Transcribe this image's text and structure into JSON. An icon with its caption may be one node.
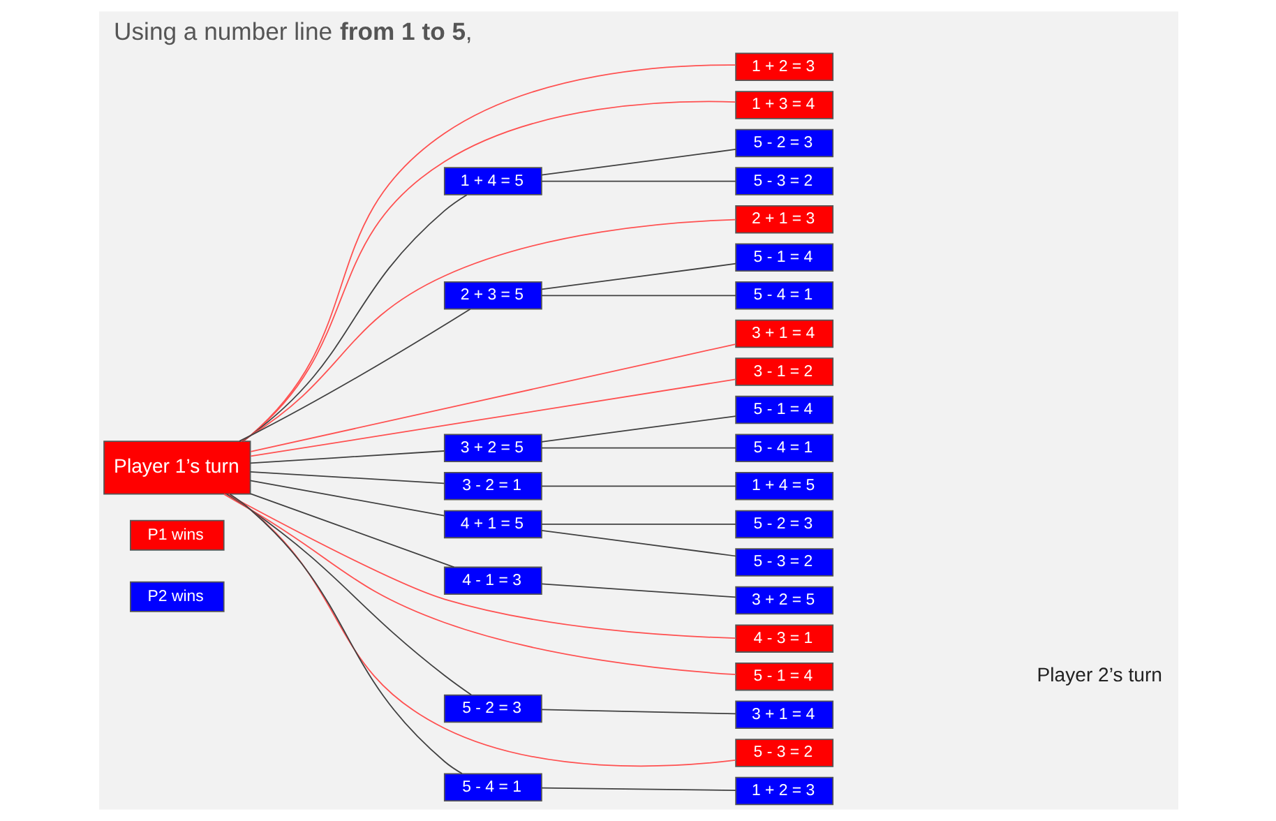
{
  "diagram": {
    "title": "Using a number line **from 1 to 5**,",
    "nodes": [
      {
        "text": [
          "Player 1’s turn"
        ]
      },
      {
        "text": [
          "1 + 2 = 3"
        ]
      },
      {
        "text": [
          "1 + 3 = 4"
        ]
      },
      {
        "text": [
          "1 + 4 = 5"
        ]
      },
      {
        "text": [
          "2 + 1 = 3"
        ]
      },
      {
        "text": [
          "2 + 3 = 5"
        ]
      },
      {
        "text": [
          "3 + 1 = 4"
        ]
      },
      {
        "text": [
          "3 - 1 = 2"
        ]
      },
      {
        "text": [
          "3 + 2 = 5"
        ]
      },
      {
        "text": [
          "3 - 2 = 1"
        ]
      },
      {
        "text": [
          "4 + 1 = 5"
        ]
      },
      {
        "text": [
          "4 - 1 = 3"
        ]
      },
      {
        "text": [
          "4 - 3 = 1"
        ]
      },
      {
        "text": [
          "5 - 1 = 4"
        ]
      },
      {
        "text": [
          "5 - 2 = 3"
        ]
      },
      {
        "text": [
          "5 - 3 = 2"
        ]
      },
      {
        "text": [
          "5 - 4 = 1"
        ]
      },
      {
        "text": [
          "5 - 2 = 3"
        ]
      },
      {
        "text": [
          "5 - 3 = 2"
        ]
      },
      {
        "text": [
          "5 - 1 = 4"
        ]
      },
      {
        "text": [
          "5 - 4 = 1"
        ]
      },
      {
        "text": [
          "5 - 1 = 4"
        ]
      },
      {
        "text": [
          "5 - 4 = 1"
        ]
      },
      {
        "text": [
          "1 + 4 = 5"
        ]
      },
      {
        "text": [
          "5 - 2 = 3"
        ]
      },
      {
        "text": [
          "5 - 3 = 2"
        ]
      },
      {
        "text": [
          "3 + 2 = 5"
        ]
      },
      {
        "text": [
          "3 + 1 = 4"
        ]
      },
      {
        "text": [
          "1 + 2 = 3"
        ]
      }
    ],
    "edges": [
      {
        "from": 0,
        "to": 1,
        "arrow": "none",
        "color": "#ff5050"
      },
      {
        "from": 0,
        "to": 2,
        "arrow": "none",
        "color": "#ff5050"
      },
      {
        "from": 0,
        "to": 3,
        "arrow": "none"
      },
      {
        "from": 0,
        "to": 4,
        "arrow": "none",
        "color": "#ff5050"
      },
      {
        "from": 0,
        "to": 5,
        "arrow": "none"
      },
      {
        "from": 0,
        "to": 6,
        "arrow": "none",
        "color": "#ff5050"
      },
      {
        "from": 0,
        "to": 7,
        "arrow": "none",
        "color": "#ff5050"
      },
      {
        "from": 0,
        "to": 8,
        "arrow": "none"
      },
      {
        "from": 0,
        "to": 9,
        "arrow": "none"
      },
      {
        "from": 0,
        "to": 10,
        "arrow": "none"
      },
      {
        "from": 0,
        "to": 11,
        "arrow": "none"
      },
      {
        "from": 0,
        "to": 12,
        "arrow": "none",
        "color": "#ff5050"
      },
      {
        "from": 0,
        "to": 13,
        "arrow": "none",
        "color": "#ff5050"
      },
      {
        "from": 0,
        "to": 14,
        "arrow": "none"
      },
      {
        "from": 0,
        "to": 15,
        "arrow": "none",
        "color": "#ff5050"
      },
      {
        "from": 0,
        "to": 16,
        "arrow": "none"
      },
      {
        "from": 3,
        "to": 17,
        "arrow": "none"
      },
      {
        "from": 3,
        "to": 18,
        "arrow": "none"
      },
      {
        "from": 5,
        "to": 19,
        "arrow": "none"
      },
      {
        "from": 5,
        "to": 20,
        "arrow": "none"
      },
      {
        "from": 8,
        "to": 21,
        "arrow": "none"
      },
      {
        "from": 8,
        "to": 22,
        "arrow": "none"
      },
      {
        "from": 9,
        "to": 23,
        "arrow": "none"
      },
      {
        "from": 10,
        "to": 24,
        "arrow": "none"
      },
      {
        "from": 10,
        "to": 25,
        "arrow": "none"
      },
      {
        "from": 11,
        "to": 26,
        "arrow": "none"
      },
      {
        "from": 14,
        "to": 27,
        "arrow": "none"
      },
      {
        "from": 16,
        "to": 28,
        "arrow": "none"
      }
    ],
    "labels": [
      "Player 2’s turn"
    ],
    "legend": [
      {
        "text": "P1 wins",
        "color": "#ff0000"
      },
      {
        "text": "P2 wins",
        "color": "#0000ff"
      }
    ]
  }
}
